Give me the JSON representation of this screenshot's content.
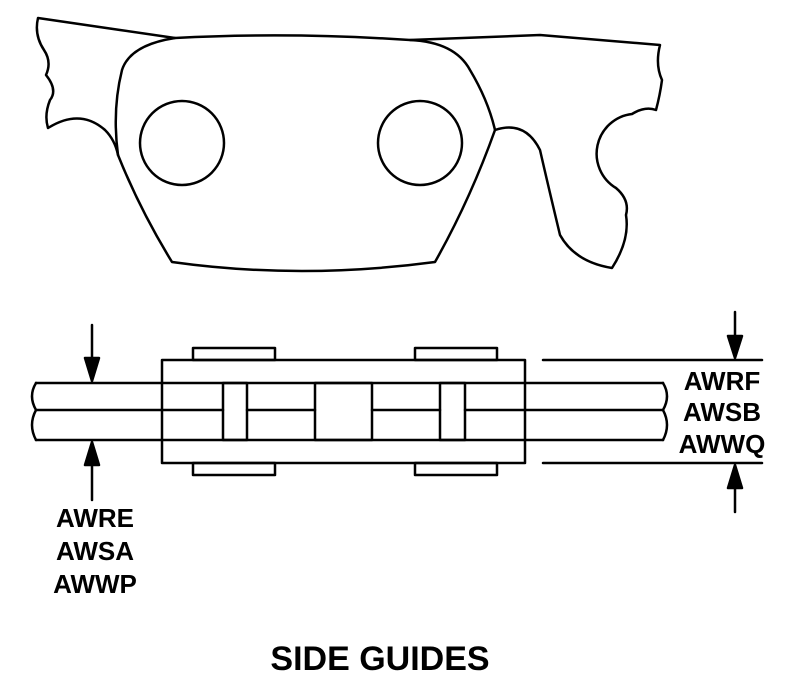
{
  "title": "SIDE GUIDES",
  "right_labels": [
    "AWRF",
    "AWSB",
    "AWWQ"
  ],
  "left_labels": [
    "AWRE",
    "AWSA",
    "AWWP"
  ],
  "colors": {
    "line": "#000000",
    "background": "#ffffff"
  }
}
